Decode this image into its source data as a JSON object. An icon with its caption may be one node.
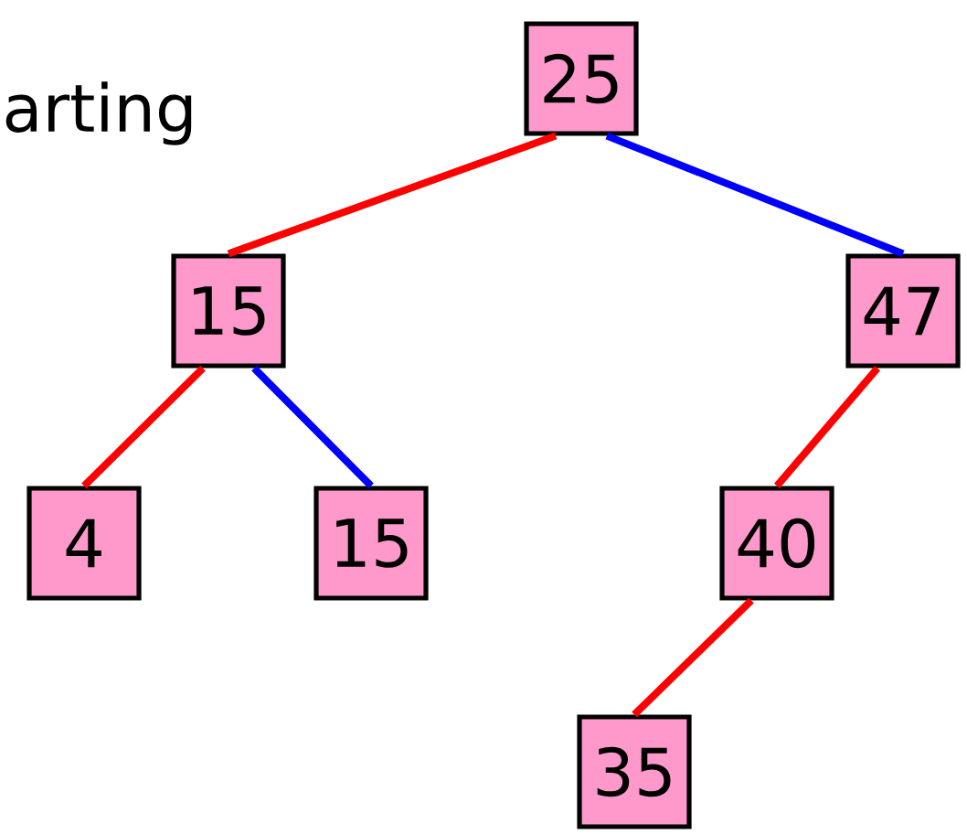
{
  "diagram": {
    "nodes": [
      {
        "text": [
          "25"
        ]
      },
      {
        "text": [
          "15"
        ]
      },
      {
        "text": [
          "47"
        ]
      },
      {
        "text": [
          "4"
        ]
      },
      {
        "text": [
          "15"
        ]
      },
      {
        "text": [
          "40"
        ]
      },
      {
        "text": [
          "35"
        ]
      }
    ],
    "edges": [
      {
        "from": 0,
        "to": 1,
        "arrow": "none"
      },
      {
        "from": 0,
        "to": 2,
        "arrow": "none",
        "color": "#0000ff"
      },
      {
        "from": 1,
        "to": 3,
        "arrow": "none"
      },
      {
        "from": 1,
        "to": 4,
        "arrow": "none",
        "color": "#0000ff"
      },
      {
        "from": 2,
        "to": 5,
        "arrow": "none"
      },
      {
        "from": 5,
        "to": 6,
        "arrow": "none"
      }
    ],
    "labels": [
      "arting"
    ]
  }
}
